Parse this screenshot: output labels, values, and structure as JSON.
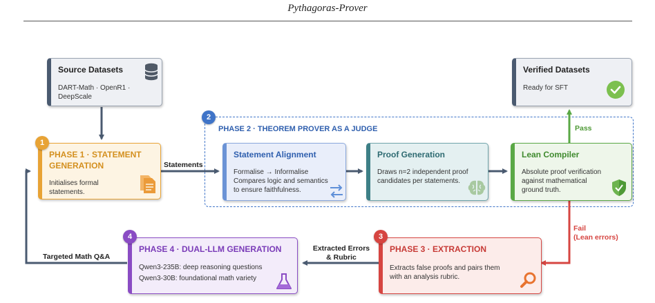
{
  "header": {
    "title": "Pythagoras-Prover"
  },
  "source": {
    "title": "Source Datasets",
    "desc": "DART-Math · OpenR1 · DeepScale"
  },
  "verified": {
    "title": "Verified Datasets",
    "desc": "Ready for SFT"
  },
  "phase2": {
    "badge": "2",
    "title": "PHASE 2 · THEOREM PROVER AS A JUDGE"
  },
  "phase1": {
    "badge": "1",
    "title_line1": "PHASE 1 · STATEMENT",
    "title_line2": "GENERATION",
    "desc_line1": "Initialises formal",
    "desc_line2": "statements."
  },
  "alignment": {
    "title": "Statement Alignment",
    "desc_line1": "Formalise → Informalise",
    "desc_line2": "Compares logic and semantics",
    "desc_line3": "to ensure faithfulness."
  },
  "proofgen": {
    "title": "Proof Generation",
    "desc_line1": "Draws n=2 independent proof",
    "desc_line2": "candidates per statements."
  },
  "lean": {
    "title": "Lean Compiler",
    "desc_line1": "Absolute proof verification",
    "desc_line2": "against mathematical",
    "desc_line3": "ground truth."
  },
  "phase3": {
    "badge": "3",
    "title": "PHASE 3 · EXTRACTION",
    "desc_line1": "Extracts false proofs and pairs them",
    "desc_line2": "with an analysis rubric."
  },
  "phase4": {
    "badge": "4",
    "title": "PHASE 4 · DUAL-LLM GENERATION",
    "desc_line1": "Qwen3-235B: deep reasoning questions",
    "desc_line2": "Qwen3-30B: foundational math variety"
  },
  "edges": {
    "statements": "Statements",
    "pass": "Pass",
    "fail_line1": "Fail",
    "fail_line2": "(Lean errors)",
    "extracted_line1": "Extracted Errors",
    "extracted_line2": "& Rubric",
    "targeted": "Targeted Math Q&A"
  },
  "colors": {
    "navy": "#4a5a70",
    "orange": "#e8a335",
    "blue": "#3f74c8",
    "teal": "#3d7f86",
    "green": "#5aa845",
    "red": "#d64541",
    "purple": "#8a4cc4"
  },
  "icons": {
    "source": "database-icon",
    "verified": "check-circle-icon",
    "phase1": "documents-icon",
    "alignment": "swap-arrows-icon",
    "proofgen": "brain-icon",
    "lean": "shield-icon",
    "phase3": "magnifier-icon",
    "phase4": "flask-icon"
  }
}
